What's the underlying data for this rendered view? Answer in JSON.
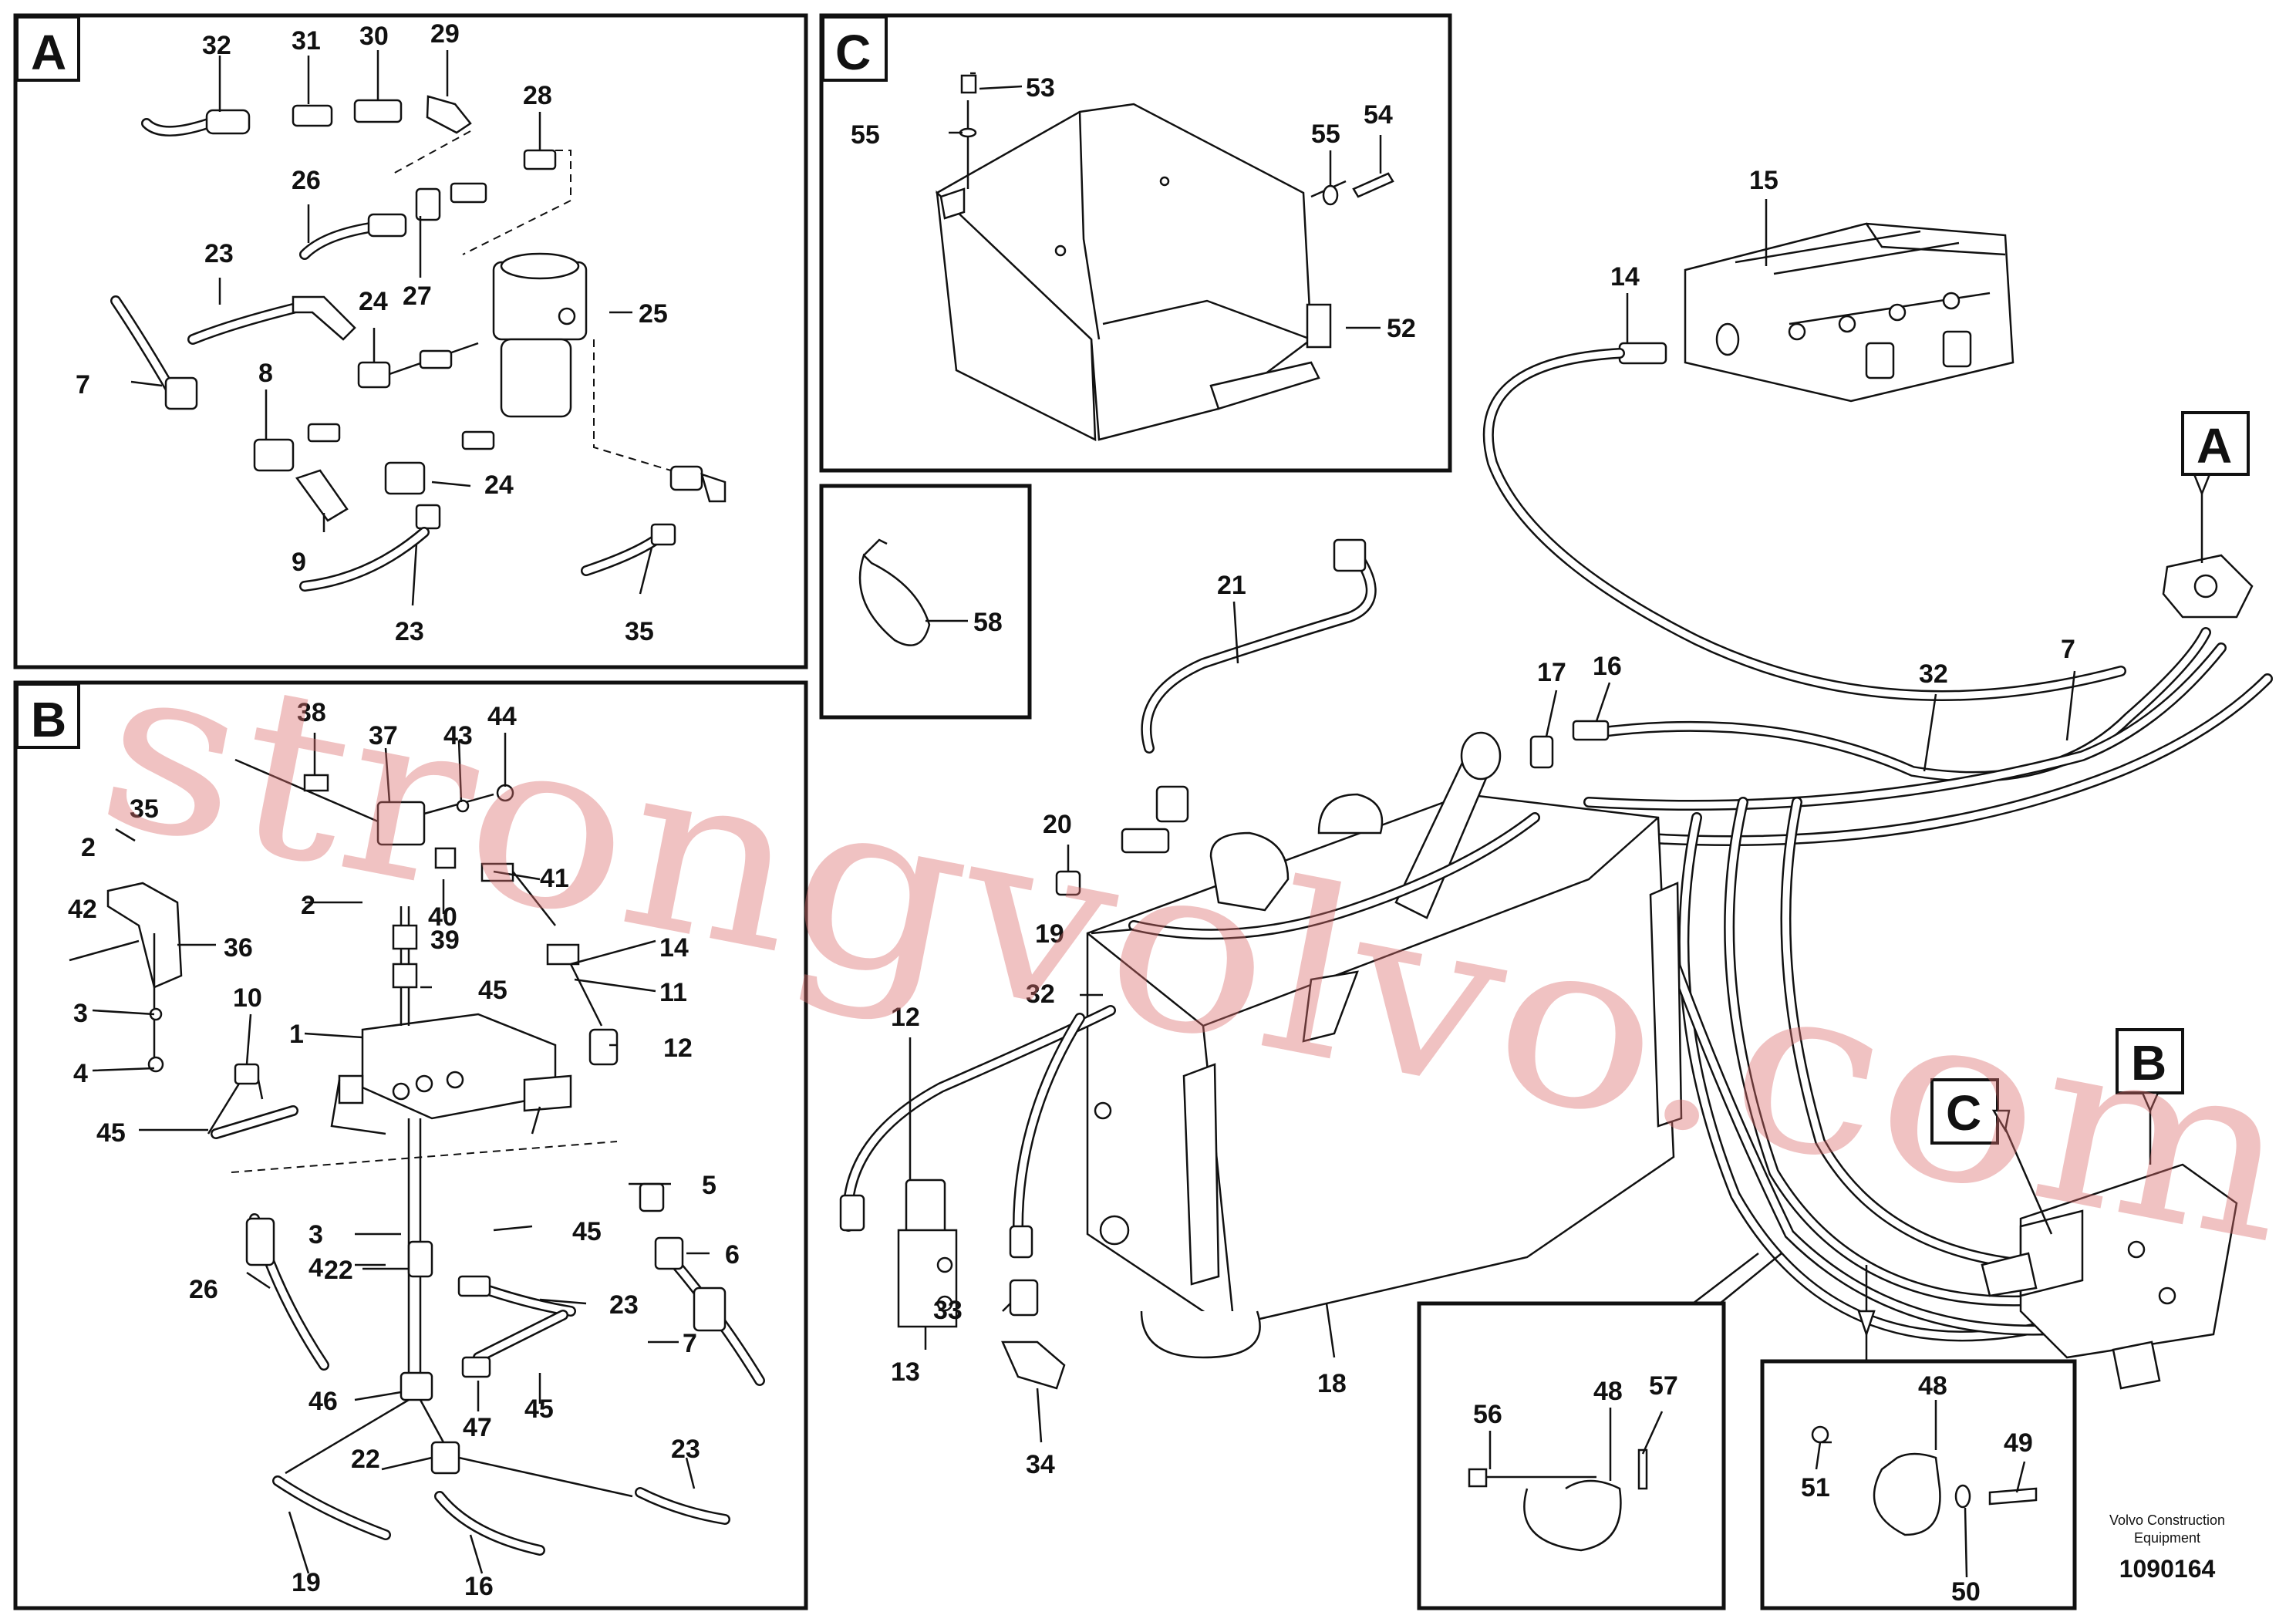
{
  "panels": {
    "A": {
      "tag": "A",
      "labels": [
        "32",
        "31",
        "30",
        "29",
        "28",
        "26",
        "23",
        "24",
        "27",
        "25",
        "7",
        "8",
        "24",
        "9",
        "23",
        "35"
      ]
    },
    "B": {
      "tag": "B",
      "labels": [
        "38",
        "37",
        "43",
        "44",
        "35",
        "2",
        "42",
        "2",
        "36",
        "40",
        "41",
        "39",
        "14",
        "11",
        "45",
        "12",
        "3",
        "10",
        "1",
        "4",
        "45",
        "3",
        "4",
        "45",
        "5",
        "22",
        "26",
        "23",
        "6",
        "7",
        "46",
        "47",
        "45",
        "22",
        "23",
        "19",
        "16"
      ]
    },
    "C": {
      "tag": "C",
      "labels": [
        "53",
        "55",
        "55",
        "54",
        "52"
      ]
    },
    "clip": {
      "labels": [
        "58"
      ]
    }
  },
  "main": {
    "labels": [
      "15",
      "14",
      "21",
      "17",
      "16",
      "32",
      "7",
      "20",
      "19",
      "12",
      "32",
      "13",
      "33",
      "34",
      "18"
    ],
    "callout_A": "A",
    "callout_B": "B",
    "callout_C": "C"
  },
  "detail_left": {
    "labels": [
      "56",
      "48",
      "57"
    ]
  },
  "detail_right": {
    "labels": [
      "48",
      "49",
      "51",
      "50"
    ]
  },
  "footer": {
    "company_line1": "Volvo Construction",
    "company_line2": "Equipment",
    "drawing_number": "1090164"
  },
  "watermark": "strongvolvo.com"
}
